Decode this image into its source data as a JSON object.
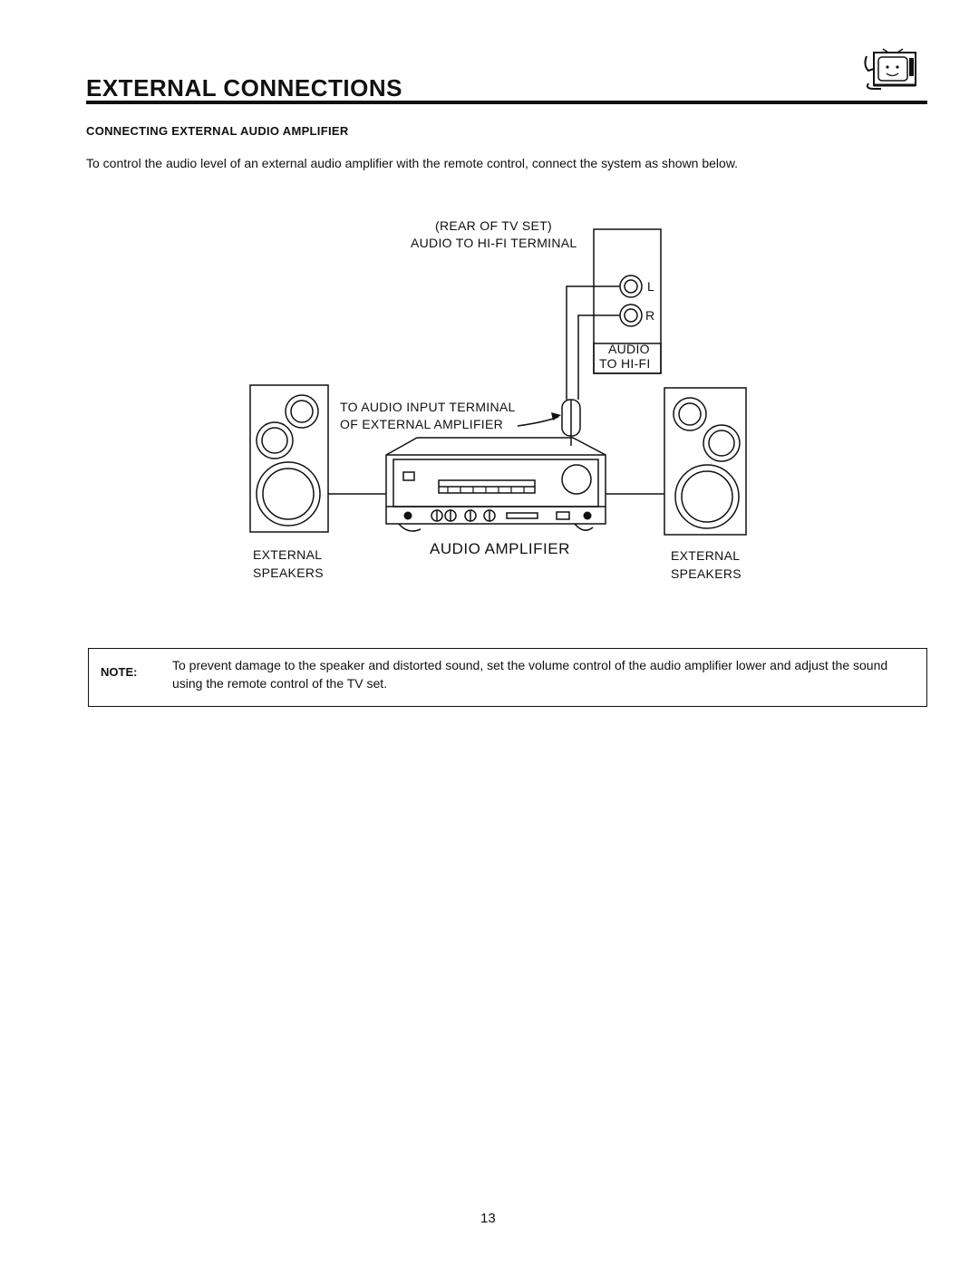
{
  "header": {
    "title": "EXTERNAL CONNECTIONS",
    "tv_icon": "tv-mascot-icon"
  },
  "section": {
    "heading": "CONNECTING EXTERNAL AUDIO AMPLIFIER",
    "intro": "To control the audio level of an external audio amplifier with the remote control, connect the system as shown below."
  },
  "diagram": {
    "tv_label_line1": "(REAR OF TV SET)",
    "tv_label_line2": "AUDIO TO HI-FI TERMINAL",
    "jack_left": "L",
    "jack_right": "R",
    "panel_line1": "AUDIO",
    "panel_line2": "TO HI-FI",
    "input_label_line1": "TO AUDIO INPUT TERMINAL",
    "input_label_line2": "OF EXTERNAL AMPLIFIER",
    "amplifier_label": "AUDIO AMPLIFIER",
    "left_speaker_line1": "EXTERNAL",
    "left_speaker_line2": "SPEAKERS",
    "right_speaker_line1": "EXTERNAL",
    "right_speaker_line2": "SPEAKERS"
  },
  "note": {
    "label": "NOTE:",
    "text": "To prevent damage to the speaker and distorted sound, set the volume control of the audio amplifier lower and adjust the sound using the remote control of the TV set."
  },
  "footer": {
    "page_number": "13"
  }
}
